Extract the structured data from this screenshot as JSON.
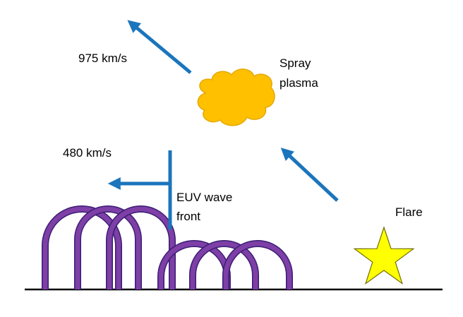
{
  "labels": {
    "speed_top": "975 km/s",
    "spray_line1": "Spray",
    "spray_line2": "plasma",
    "speed_left": "480 km/s",
    "euv_line1": "EUV wave",
    "euv_line2": "front",
    "flare": "Flare"
  },
  "colors": {
    "arrow": "#1B75BC",
    "loop_fill": "#7E3FA6",
    "loop_stroke": "#3A1E74",
    "cloud_fill": "#FFC000",
    "cloud_stroke": "#E5A800",
    "star_fill": "#FFFF00",
    "star_stroke": "#6E6E00",
    "ground": "#000000"
  },
  "icons": {
    "cloud": "spray-plasma-cloud-icon",
    "star": "flare-star-icon"
  }
}
